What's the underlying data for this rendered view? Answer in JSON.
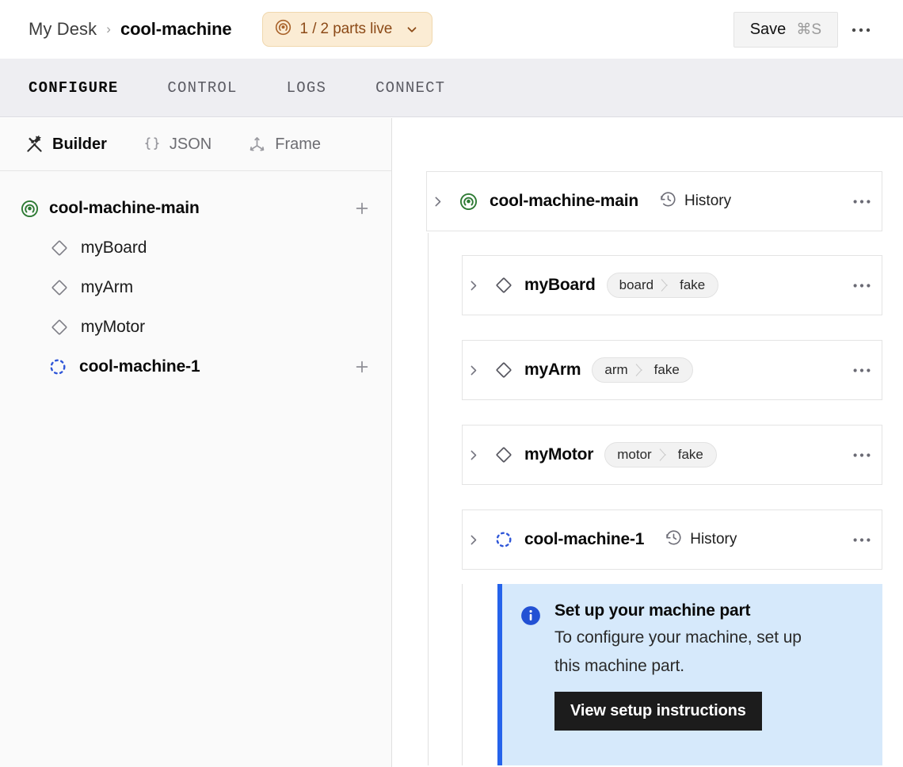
{
  "header": {
    "breadcrumb": {
      "root": "My Desk",
      "separator": "›",
      "current": "cool-machine"
    },
    "parts_badge": {
      "label": "1 / 2 parts live",
      "icon": "machine-signal-icon",
      "chevron": "chevron-down-icon",
      "bg": "#fbecd4",
      "fg": "#8c4a17",
      "border": "#f0d8ae"
    },
    "save": {
      "label": "Save",
      "shortcut": "⌘S"
    },
    "overflow": {
      "icon": "ellipsis-icon"
    }
  },
  "tabs": [
    {
      "label": "CONFIGURE",
      "active": true
    },
    {
      "label": "CONTROL",
      "active": false
    },
    {
      "label": "LOGS",
      "active": false
    },
    {
      "label": "CONNECT",
      "active": false
    }
  ],
  "sidebar": {
    "tools": [
      {
        "label": "Builder",
        "icon": "tools-hammer-wrench-icon",
        "active": true
      },
      {
        "label": "JSON",
        "icon": "curly-braces-icon",
        "active": false
      },
      {
        "label": "Frame",
        "icon": "three-axis-frame-icon",
        "active": false
      }
    ],
    "tree": [
      {
        "label": "cool-machine-main",
        "icon": "machine-signal-green-icon",
        "level": "root",
        "has_add": true,
        "add_icon": "plus-icon"
      },
      {
        "label": "myBoard",
        "icon": "diamond-icon",
        "level": "child",
        "has_add": false
      },
      {
        "label": "myArm",
        "icon": "diamond-icon",
        "level": "child",
        "has_add": false
      },
      {
        "label": "myMotor",
        "icon": "diamond-icon",
        "level": "child",
        "has_add": false
      },
      {
        "label": "cool-machine-1",
        "icon": "dashed-circle-blue-icon",
        "level": "sub",
        "has_add": true,
        "add_icon": "plus-icon"
      }
    ]
  },
  "main": {
    "cards": [
      {
        "name": "cool-machine-main",
        "icon": "machine-signal-green-icon",
        "chevron": "chevron-right-icon",
        "pill": null,
        "history": {
          "label": "History",
          "icon": "clock-history-icon"
        },
        "overflow": "ellipsis-icon"
      },
      {
        "name": "myBoard",
        "icon": "diamond-icon",
        "chevron": "chevron-right-icon",
        "pill": {
          "type": "board",
          "model": "fake"
        },
        "history": null,
        "overflow": "ellipsis-icon"
      },
      {
        "name": "myArm",
        "icon": "diamond-icon",
        "chevron": "chevron-right-icon",
        "pill": {
          "type": "arm",
          "model": "fake"
        },
        "history": null,
        "overflow": "ellipsis-icon"
      },
      {
        "name": "myMotor",
        "icon": "diamond-icon",
        "chevron": "chevron-right-icon",
        "pill": {
          "type": "motor",
          "model": "fake"
        },
        "history": null,
        "overflow": "ellipsis-icon"
      },
      {
        "name": "cool-machine-1",
        "icon": "dashed-circle-blue-icon",
        "chevron": "chevron-right-icon",
        "pill": null,
        "history": {
          "label": "History",
          "icon": "clock-history-icon"
        },
        "overflow": "ellipsis-icon"
      }
    ],
    "callout": {
      "icon": "info-circle-icon",
      "title": "Set up your machine part",
      "text": "To configure your machine, set up this machine part.",
      "button_label": "View setup instructions",
      "bg": "#d6e9fb",
      "accent": "#2563eb"
    }
  }
}
